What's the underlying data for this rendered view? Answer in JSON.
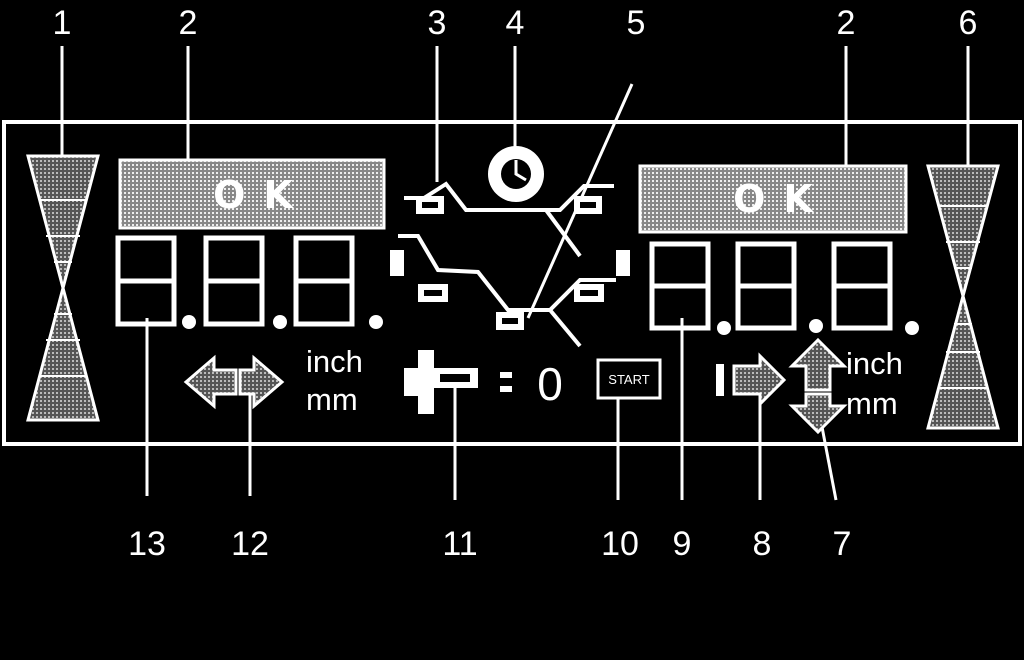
{
  "callouts_top": [
    "1",
    "2",
    "3",
    "4",
    "5",
    "2",
    "6"
  ],
  "callouts_bottom": [
    "13",
    "12",
    "11",
    "10",
    "9",
    "8",
    "7"
  ],
  "left_panel": {
    "ok_label": "OK",
    "unit_inch": "inch",
    "unit_mm": "mm"
  },
  "right_panel": {
    "ok_label": "OK",
    "unit_inch": "inch",
    "unit_mm": "mm"
  },
  "start_button_label": "START",
  "zero_label": "= 0",
  "colors": {
    "background": "#000000",
    "foreground": "#ffffff",
    "screen": "#777777"
  }
}
